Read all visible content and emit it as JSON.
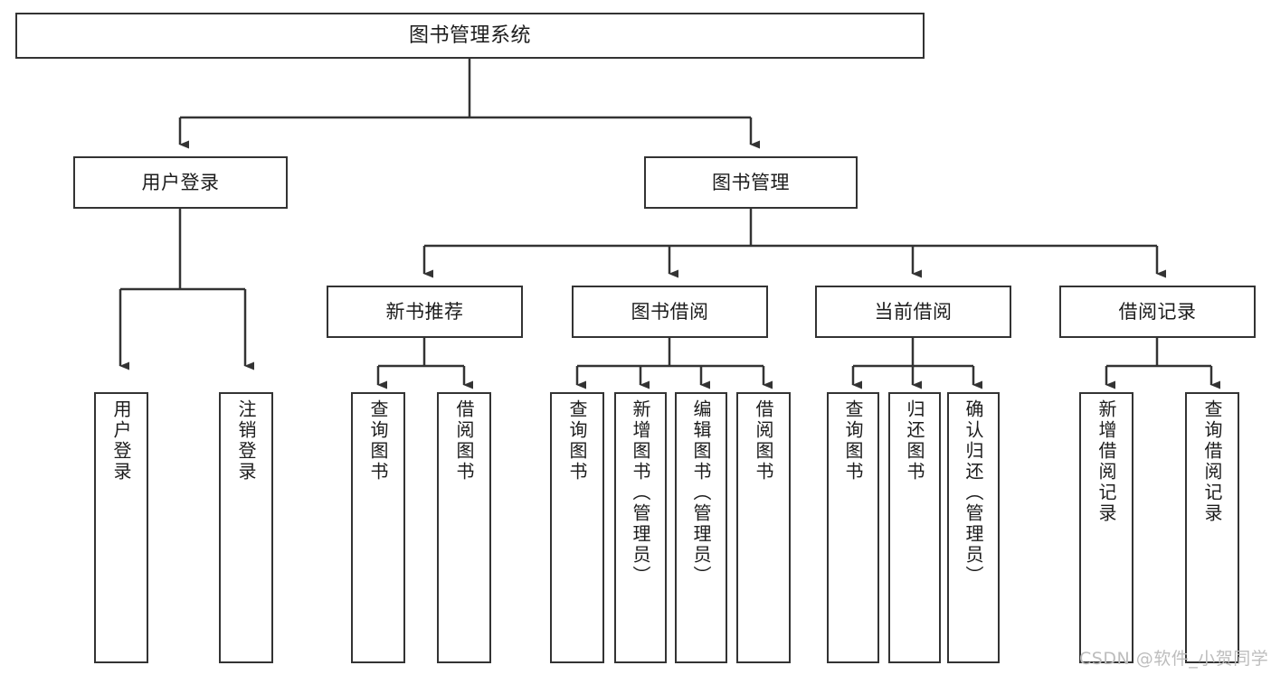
{
  "diagram": {
    "title": "图书管理系统",
    "type": "tree-hierarchy-chart",
    "stroke_color": "#333333",
    "background_color": "#ffffff",
    "text_color": "#1c1c1c"
  },
  "root": {
    "label": "图书管理系统"
  },
  "level2": [
    {
      "label": "用户登录"
    },
    {
      "label": "图书管理"
    }
  ],
  "level3": [
    {
      "label": "新书推荐"
    },
    {
      "label": "图书借阅"
    },
    {
      "label": "当前借阅"
    },
    {
      "label": "借阅记录"
    }
  ],
  "leaves": {
    "user_login": [
      {
        "label": "用户登录"
      },
      {
        "label": "注销登录"
      }
    ],
    "new_book_recommend": [
      {
        "label": "查询图书"
      },
      {
        "label": "借阅图书"
      }
    ],
    "book_borrow": [
      {
        "label": "查询图书"
      },
      {
        "label": "新增图书（管理员）"
      },
      {
        "label": "编辑图书（管理员）"
      },
      {
        "label": "借阅图书"
      }
    ],
    "current_borrow": [
      {
        "label": "查询图书"
      },
      {
        "label": "归还图书"
      },
      {
        "label": "确认归还（管理员）"
      }
    ],
    "borrow_record": [
      {
        "label": "新增借阅记录"
      },
      {
        "label": "查询借阅记录"
      }
    ]
  },
  "watermark": {
    "text": "CSDN @软件_小贺同学"
  }
}
